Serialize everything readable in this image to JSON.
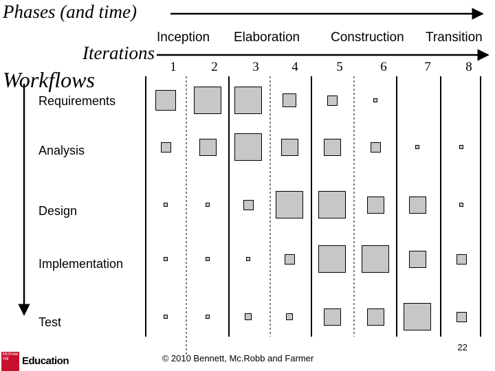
{
  "title": "Phases (and time)",
  "iterations_label": "Iterations",
  "workflows_label": "Workflows",
  "phases": [
    "Inception",
    "Elaboration",
    "Construction",
    "Transition"
  ],
  "iterations": [
    "1",
    "2",
    "3",
    "4",
    "5",
    "6",
    "7",
    "8"
  ],
  "workflows": [
    {
      "name": "Requirements",
      "sizes": [
        3,
        4,
        4,
        2,
        1.5,
        0.6,
        0,
        0
      ]
    },
    {
      "name": "Analysis",
      "sizes": [
        1.5,
        2.5,
        4,
        2.5,
        2.5,
        1.5,
        0.5,
        0.5
      ]
    },
    {
      "name": "Design",
      "sizes": [
        0.6,
        0.6,
        1.5,
        4,
        4,
        2.5,
        2.5,
        0.6
      ]
    },
    {
      "name": "Implementation",
      "sizes": [
        0.6,
        0.6,
        0.6,
        1.5,
        4,
        4,
        2.5,
        1.5
      ]
    },
    {
      "name": "Test",
      "sizes": [
        0.5,
        0.5,
        1,
        1,
        2.5,
        2.5,
        4,
        1.5
      ]
    }
  ],
  "copyright": "© 2010 Bennett, Mc.Robb and Farmer",
  "page_number": "22",
  "publisher": {
    "logo": "McGraw Hill",
    "text": "Education"
  },
  "colors": {
    "square_fill": "#c7c7c7",
    "logo_red": "#c8102e"
  }
}
